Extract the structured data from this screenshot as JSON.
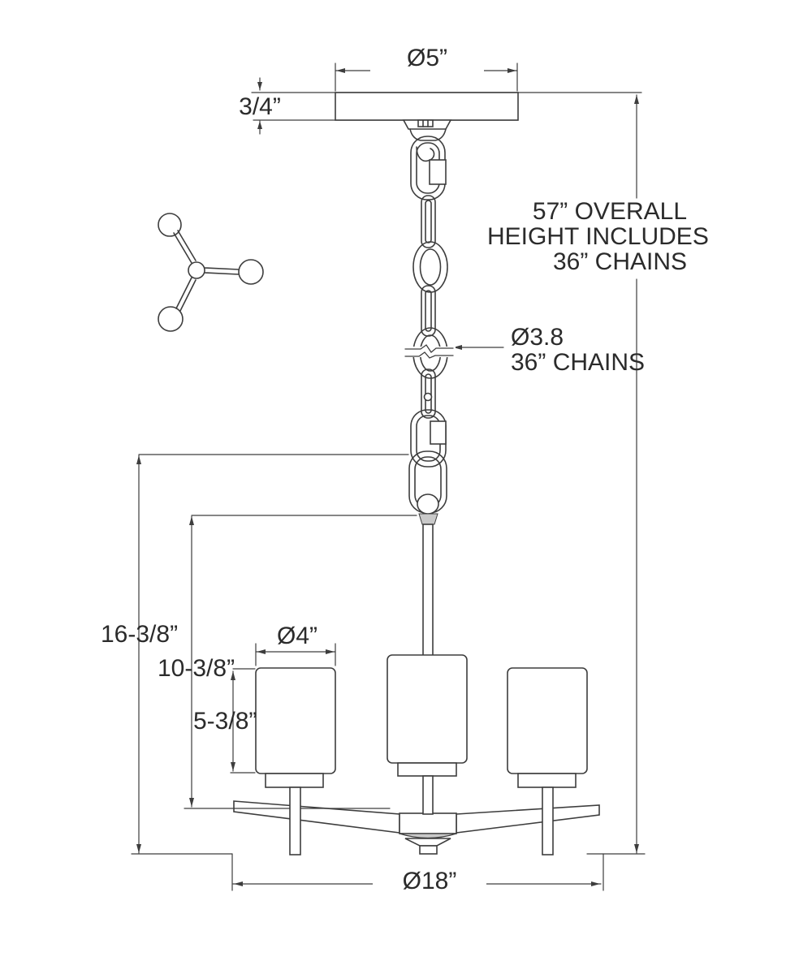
{
  "diagram": {
    "title": "chandelier-dimension-diagram",
    "dimensions": {
      "canopy_diameter": "Ø5”",
      "canopy_height": "3/4”",
      "overall_note_line1": "57” OVERALL",
      "overall_note_line2": "HEIGHT INCLUDES",
      "overall_note_line3": "36” CHAINS",
      "chain_note_line1": "Ø3.8",
      "chain_note_line2": "36” CHAINS",
      "hook_to_bottom": "16-3/8”",
      "stem_top_to_arm": "10-3/8”",
      "shade_height": "5-3/8”",
      "shade_diameter": "Ø4”",
      "fixture_width": "Ø18”"
    },
    "icons": {
      "top_view": "three-light-top-view-icon"
    },
    "colors": {
      "background": "#ffffff",
      "line": "#3d3d3d",
      "text": "#2b2b2b",
      "light_gray_fill": "#c9c9c9"
    }
  }
}
